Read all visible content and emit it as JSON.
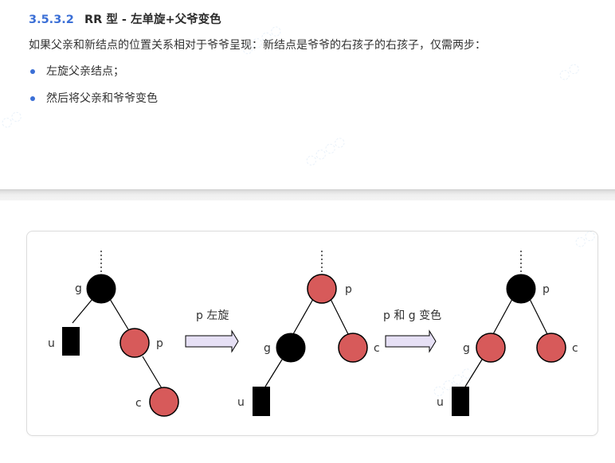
{
  "section": {
    "number": "3.5.3.2",
    "title": "RR 型 - 左单旋+父爷变色",
    "paragraph": "如果父亲和新结点的位置关系相对于爷爷呈现：新结点是爷爷的右孩子的右孩子，仅需两步：",
    "bullets": [
      "左旋父亲结点；",
      "然后将父亲和爷爷变色"
    ]
  },
  "diagram": {
    "colors": {
      "black_node": "#000000",
      "red_node": "#d75a5a",
      "arrow_fill": "#e6e0f5"
    },
    "step1_label": "p 左旋",
    "step2_label": "p 和 g 变色",
    "tree1": {
      "g": "g",
      "u": "u",
      "p": "p",
      "c": "c"
    },
    "tree2": {
      "p": "p",
      "g": "g",
      "c": "c",
      "u": "u"
    },
    "tree3": {
      "p": "p",
      "g": "g",
      "c": "c",
      "u": "u"
    }
  }
}
